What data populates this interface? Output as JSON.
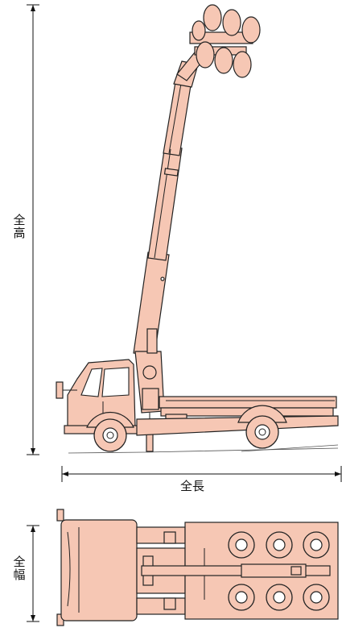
{
  "labels": {
    "height": "全高",
    "length": "全長",
    "width": "全幅"
  },
  "colors": {
    "vehicle_fill": "#f6c7b4",
    "outline": "#222222"
  }
}
